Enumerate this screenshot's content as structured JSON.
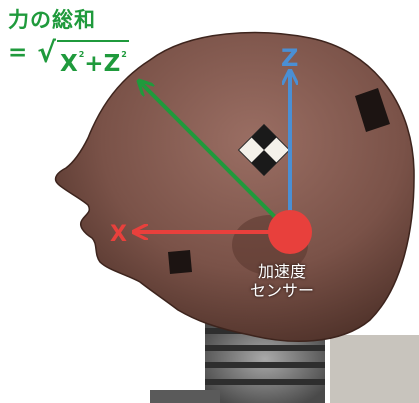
{
  "title": "力の総和",
  "formula": {
    "equals": "=",
    "radical": "√",
    "x_term": "X",
    "x_exponent": "2",
    "plus": "+",
    "z_term": "Z",
    "z_exponent": "2"
  },
  "axes": {
    "z_label": "Z",
    "x_label": "X"
  },
  "sensor": {
    "line1": "加速度",
    "line2": "センサー"
  },
  "colors": {
    "green": "#1f9a3c",
    "blue": "#4a8fd4",
    "red": "#e8403c",
    "skin": "#7a5248"
  }
}
